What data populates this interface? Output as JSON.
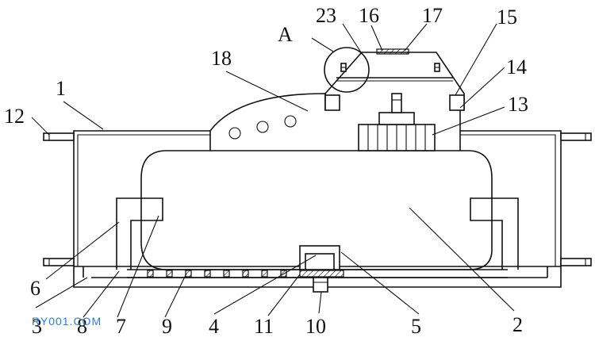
{
  "figure": {
    "watermark": "RY001.COM",
    "labels": [
      {
        "id": "l1",
        "text": "1"
      },
      {
        "id": "l2",
        "text": "2"
      },
      {
        "id": "l3",
        "text": "3"
      },
      {
        "id": "l4",
        "text": "4"
      },
      {
        "id": "l5",
        "text": "5"
      },
      {
        "id": "l6",
        "text": "6"
      },
      {
        "id": "l7",
        "text": "7"
      },
      {
        "id": "l8",
        "text": "8"
      },
      {
        "id": "l9",
        "text": "9"
      },
      {
        "id": "l10",
        "text": "10"
      },
      {
        "id": "l11",
        "text": "11"
      },
      {
        "id": "l12",
        "text": "12"
      },
      {
        "id": "l13",
        "text": "13"
      },
      {
        "id": "l14",
        "text": "14"
      },
      {
        "id": "l15",
        "text": "15"
      },
      {
        "id": "l16",
        "text": "16"
      },
      {
        "id": "l17",
        "text": "17"
      },
      {
        "id": "l18",
        "text": "18"
      },
      {
        "id": "l23",
        "text": "23"
      },
      {
        "id": "lA",
        "text": "A"
      }
    ]
  }
}
